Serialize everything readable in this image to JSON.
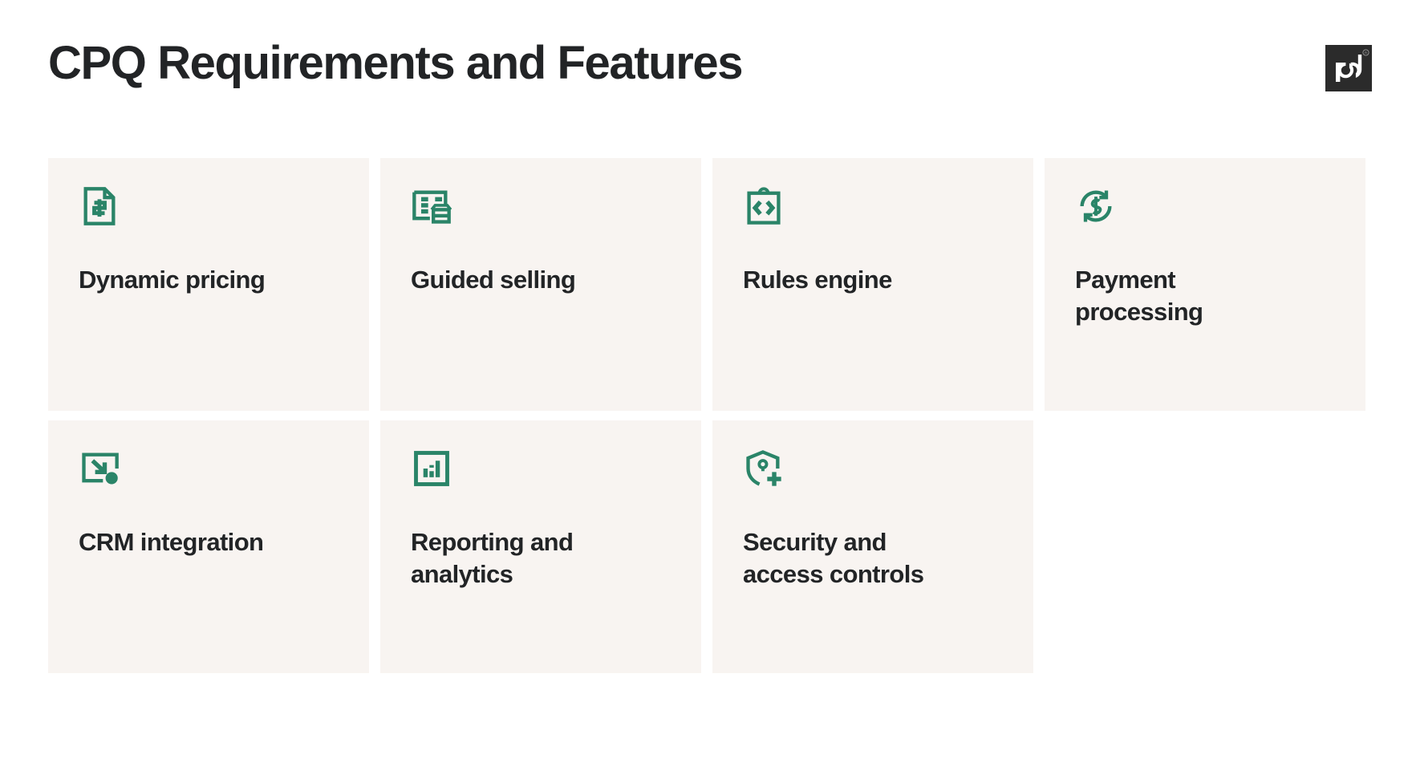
{
  "header": {
    "title": "CPQ Requirements and Features",
    "logo": {
      "name": "pandadoc-logo",
      "wordmark": "pd",
      "trademark": "®",
      "background": "#2b2b2b",
      "foreground": "#ffffff"
    }
  },
  "theme": {
    "page_background": "#ffffff",
    "card_background": "#f8f4f1",
    "icon_color": "#2a8468",
    "text_color": "#222426"
  },
  "cards": [
    {
      "label": "Dynamic pricing",
      "icon": "document-dollar-icon"
    },
    {
      "label": "Guided selling",
      "icon": "form-list-card-icon"
    },
    {
      "label": "Rules engine",
      "icon": "clipboard-code-icon"
    },
    {
      "label": "Payment processing",
      "icon": "refresh-dollar-icon"
    },
    {
      "label": "CRM integration",
      "icon": "import-arrow-icon"
    },
    {
      "label": "Reporting and analytics",
      "icon": "bar-chart-icon"
    },
    {
      "label": "Security and access controls",
      "icon": "shield-lock-plus-icon"
    }
  ]
}
